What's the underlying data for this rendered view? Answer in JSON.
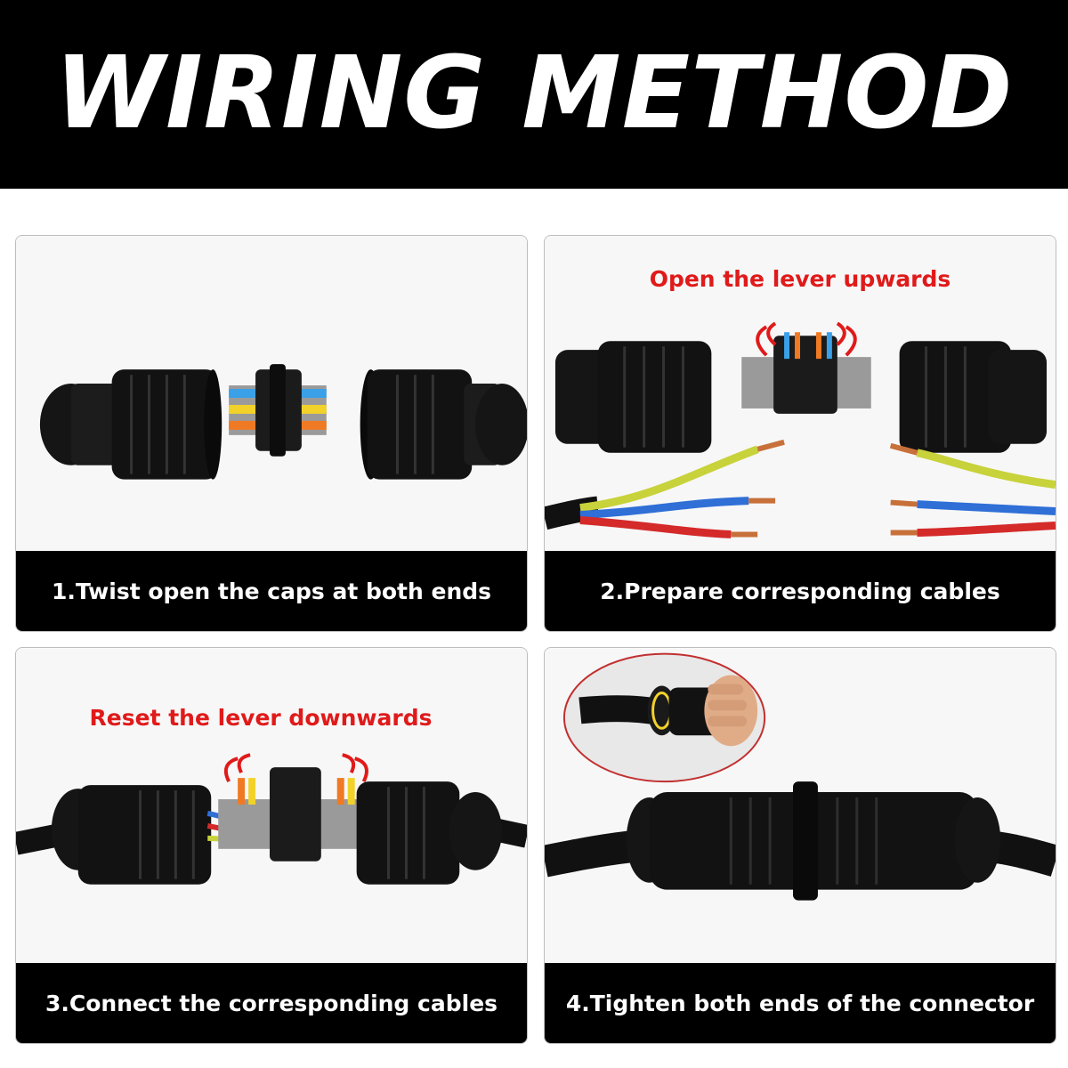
{
  "header": {
    "title": "WIRING METHOD"
  },
  "steps": [
    {
      "caption": "1.Twist open the caps at both ends"
    },
    {
      "caption": "2.Prepare corresponding cables",
      "note": "Open the lever upwards"
    },
    {
      "caption": "3.Connect the corresponding cables",
      "note": "Reset the lever downwards"
    },
    {
      "caption": "4.Tighten both ends of the connector"
    }
  ],
  "colors": {
    "header_bg": "#000000",
    "note_red": "#e01a1a",
    "connector_black": "#161616",
    "wire_yellow_green": "#c8d23a",
    "wire_blue": "#2f6fd6",
    "wire_red": "#d42a2a",
    "copper": "#c8703a",
    "lever_orange": "#f07a24",
    "lever_yellow": "#f2d22a",
    "lever_blue": "#3aa0e8",
    "lever_grey": "#9a9a9a"
  },
  "icons": [
    "cable-gland-icon",
    "lever-connector-icon",
    "curved-arrow-icon",
    "hand-icon"
  ]
}
